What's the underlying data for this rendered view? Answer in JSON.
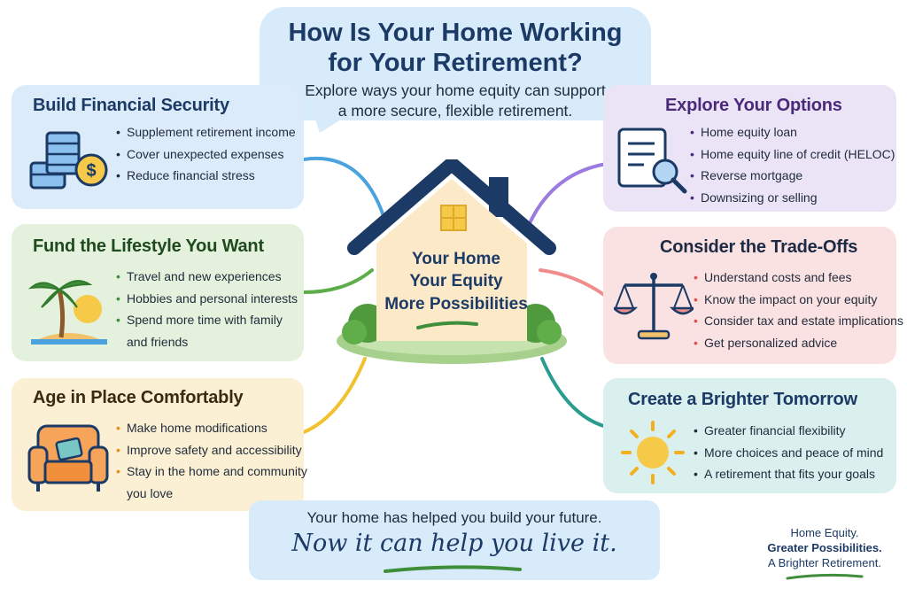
{
  "title": {
    "line1": "How Is Your Home Working",
    "line2": "for Your Retirement?"
  },
  "subtitle": {
    "line1": "Explore ways your home equity can support",
    "line2": "a more secure, flexible retirement."
  },
  "center": {
    "line1": "Your Home",
    "line2": "Your Equity",
    "line3": "More Possibilities"
  },
  "cards": {
    "security": {
      "heading": "Build Financial Security",
      "icon": "coins-dollar-icon",
      "items": [
        "Supplement retirement income",
        "Cover unexpected expenses",
        "Reduce financial stress"
      ]
    },
    "lifestyle": {
      "heading": "Fund the Lifestyle You Want",
      "icon": "palm-island-icon",
      "items": [
        "Travel and new experiences",
        "Hobbies and personal interests",
        "Spend more time with family",
        "and friends"
      ]
    },
    "age": {
      "heading": "Age in Place Comfortably",
      "icon": "armchair-icon",
      "items": [
        "Make home modifications",
        "Improve safety and accessibility",
        "Stay in the home and community",
        "you love"
      ]
    },
    "options": {
      "heading": "Explore Your Options",
      "icon": "document-magnifier-icon",
      "items": [
        "Home equity loan",
        "Home equity line of credit (HELOC)",
        "Reverse mortgage",
        "Downsizing or selling"
      ]
    },
    "tradeoffs": {
      "heading": "Consider the Trade-Offs",
      "icon": "balance-scale-icon",
      "items": [
        "Understand costs and fees",
        "Know the impact on your equity",
        "Consider tax and estate implications",
        "Get personalized advice"
      ]
    },
    "tomorrow": {
      "heading": "Create a Brighter Tomorrow",
      "icon": "sun-icon",
      "items": [
        "Greater financial flexibility",
        "More choices and peace of mind",
        "A retirement that fits your goals"
      ]
    }
  },
  "banner": {
    "line1": "Your home has helped you build your future.",
    "line2": "Now it can help you live it."
  },
  "tagline": {
    "line1": "Home Equity.",
    "line2": "Greater Possibilities.",
    "line3": "A Brighter Retirement."
  },
  "colors": {
    "security_bg": "#dcebfa",
    "lifestyle_bg": "#e4f1dd",
    "age_bg": "#fbf0d4",
    "options_bg": "#ebe4f7",
    "tradeoffs_bg": "#fbe2e2",
    "tomorrow_bg": "#d9f0ee",
    "navy": "#1c3a66",
    "green": "#3f8f3a",
    "orange": "#e58b1f",
    "purple": "#4b2a7a",
    "red": "#d9534f"
  }
}
